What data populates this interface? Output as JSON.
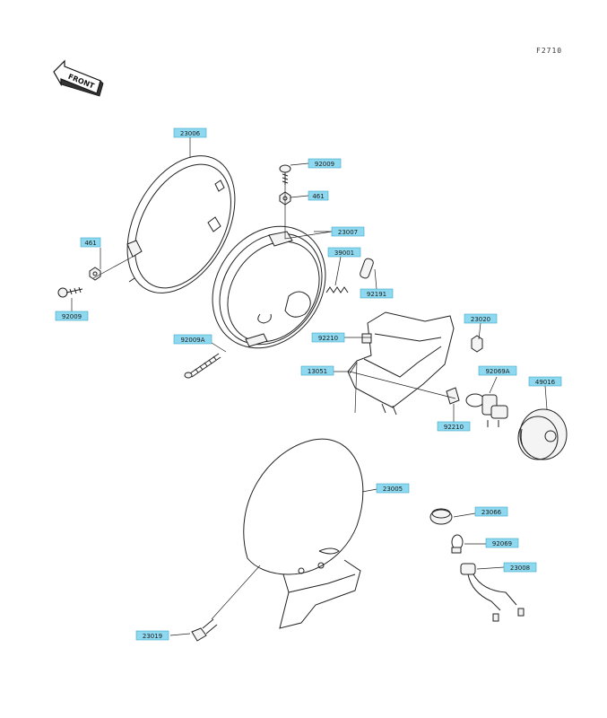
{
  "figure_code": "F2710",
  "front_arrow_label": "FRONT",
  "callouts": [
    {
      "id": "c1",
      "part": "23006"
    },
    {
      "id": "c2",
      "part": "92009"
    },
    {
      "id": "c3",
      "part": "461"
    },
    {
      "id": "c4",
      "part": "23007"
    },
    {
      "id": "c5",
      "part": "461"
    },
    {
      "id": "c6",
      "part": "92009"
    },
    {
      "id": "c7",
      "part": "39001"
    },
    {
      "id": "c8",
      "part": "92191"
    },
    {
      "id": "c9",
      "part": "92009A"
    },
    {
      "id": "c10",
      "part": "92210"
    },
    {
      "id": "c11",
      "part": "23020"
    },
    {
      "id": "c12",
      "part": "13051"
    },
    {
      "id": "c13",
      "part": "92069A"
    },
    {
      "id": "c14",
      "part": "49016"
    },
    {
      "id": "c15",
      "part": "92210"
    },
    {
      "id": "c16",
      "part": "23005"
    },
    {
      "id": "c17",
      "part": "23066"
    },
    {
      "id": "c18",
      "part": "92069"
    },
    {
      "id": "c19",
      "part": "23008"
    },
    {
      "id": "c20",
      "part": "23019"
    }
  ]
}
